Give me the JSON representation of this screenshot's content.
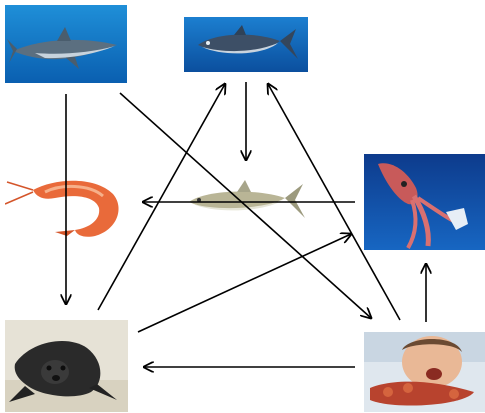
{
  "diagram": {
    "type": "food-web",
    "nodes": [
      {
        "id": "shark",
        "icon": "shark-icon"
      },
      {
        "id": "tuna",
        "icon": "tuna-icon"
      },
      {
        "id": "shrimp",
        "icon": "shrimp-icon"
      },
      {
        "id": "herring",
        "icon": "herring-fish-icon"
      },
      {
        "id": "squid",
        "icon": "squid-icon"
      },
      {
        "id": "seal",
        "icon": "monk-seal-icon"
      },
      {
        "id": "human",
        "icon": "human-eating-crab-icon"
      }
    ],
    "edges": [
      {
        "from": "shark",
        "to": "seal"
      },
      {
        "from": "shark",
        "to": "human"
      },
      {
        "from": "tuna",
        "to": "herring"
      },
      {
        "from": "seal",
        "to": "tuna"
      },
      {
        "from": "human",
        "to": "tuna"
      },
      {
        "from": "squid",
        "to": "shrimp"
      },
      {
        "from": "seal",
        "to": "squid"
      },
      {
        "from": "human",
        "to": "squid"
      },
      {
        "from": "human",
        "to": "seal"
      }
    ],
    "colors": {
      "ocean_deep": "#0a5fb0",
      "ocean_light": "#1f8fd8",
      "arrow": "#000000"
    }
  }
}
